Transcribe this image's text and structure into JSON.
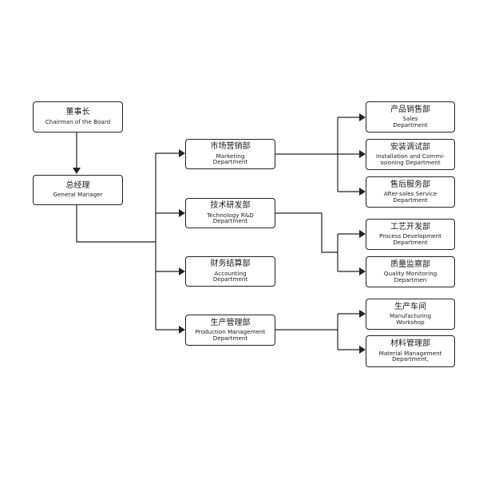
{
  "nodes": [
    {
      "id": "chairman",
      "zh": "董事长",
      "en": "Chairman of the Board"
    },
    {
      "id": "general_manager",
      "zh": "总经理",
      "en": "General Manager"
    },
    {
      "id": "marketing",
      "zh": "市场营销部",
      "en": "Marketing\nDepartment"
    },
    {
      "id": "technology",
      "zh": "技术研发部",
      "en": "Technology R&D\nDepartment"
    },
    {
      "id": "accounting",
      "zh": "财务结算部",
      "en": "Accounting\nDepartment"
    },
    {
      "id": "production",
      "zh": "生产管理部",
      "en": "Production Management\nDepartment"
    },
    {
      "id": "sales",
      "zh": "产品销售部",
      "en": "Sales\nDepartment"
    },
    {
      "id": "installation",
      "zh": "安装调试部",
      "en": "Installation and Commi-\nssioning Department"
    },
    {
      "id": "after_sales",
      "zh": "售后服务部",
      "en": "After-sales Service\nDepartment"
    },
    {
      "id": "process_dev",
      "zh": "工艺开发部",
      "en": "Process Development\nDepartment"
    },
    {
      "id": "quality",
      "zh": "质量监察部",
      "en": "Quality Monitoring\nDepartmen"
    },
    {
      "id": "workshop",
      "zh": "生产车间",
      "en": "Manufacturing\nWorkshop"
    },
    {
      "id": "material",
      "zh": "材料管理部",
      "en": "Material Management\nDepartment,"
    }
  ],
  "edges": [
    [
      "chairman",
      "general_manager"
    ],
    [
      "general_manager",
      "marketing"
    ],
    [
      "general_manager",
      "technology"
    ],
    [
      "general_manager",
      "accounting"
    ],
    [
      "general_manager",
      "production"
    ],
    [
      "marketing",
      "sales"
    ],
    [
      "marketing",
      "installation"
    ],
    [
      "marketing",
      "after_sales"
    ],
    [
      "technology",
      "process_dev"
    ],
    [
      "technology",
      "quality"
    ],
    [
      "production",
      "workshop"
    ],
    [
      "production",
      "material"
    ]
  ]
}
